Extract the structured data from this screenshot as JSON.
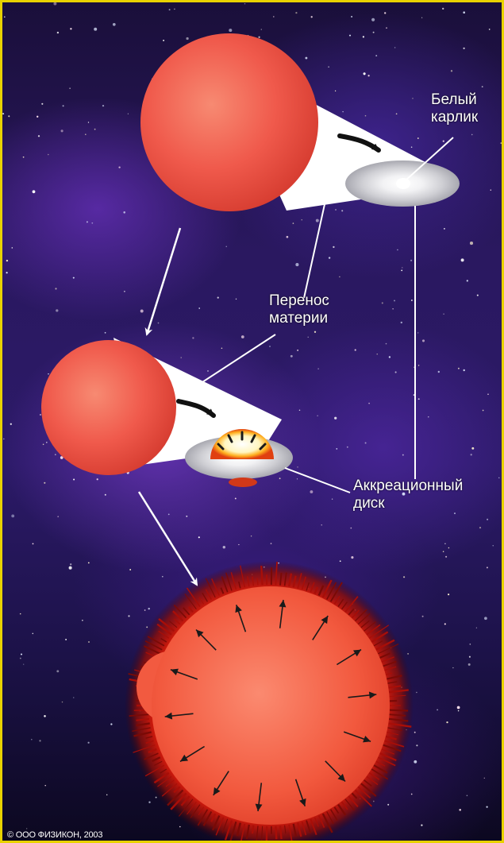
{
  "labels": {
    "white_dwarf": "Белый\nкарлик",
    "matter_transfer": "Перенос\nматерии",
    "accretion_disk": "Аккреационный\nдиск"
  },
  "copyright": "© ООО ФИЗИКОН, 2003",
  "colors": {
    "frame_border": "#e8d200",
    "giant_star": "#f0524a",
    "nova_star": "#f05a40",
    "flare": "#b0120a",
    "disk": "#d8d8dc",
    "white_dwarf": "#ffffff",
    "arrows": "#ffffff"
  }
}
